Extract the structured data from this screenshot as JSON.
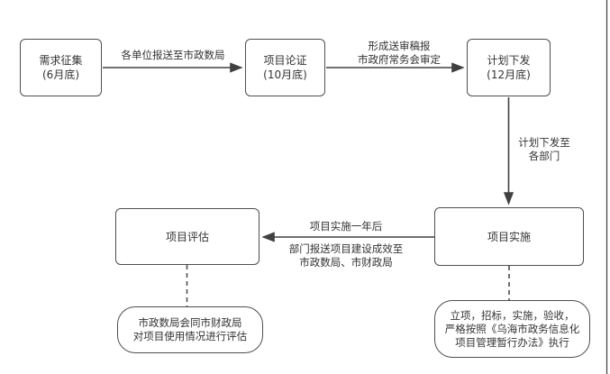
{
  "diagram": {
    "title_hint": "project-workflow-flowchart",
    "colors": {
      "node_border": "#4f4f4f",
      "connector": "#404040",
      "text": "#333333",
      "background": "#ffffff"
    },
    "nodes": {
      "demand": {
        "title": "需求征集",
        "date": "(6月底)"
      },
      "argument": {
        "title": "项目论证",
        "date": "(10月底)"
      },
      "plan": {
        "title": "计划下发",
        "date": "(12月底)"
      },
      "implement": {
        "title": "项目实施"
      },
      "evaluate": {
        "title": "项目评估"
      }
    },
    "edges": {
      "submit": {
        "line1": "各单位报送至市政数局"
      },
      "draft": {
        "line1": "形成送审稿报",
        "line2": "市政府常务会审定"
      },
      "dispatch": {
        "line1": "计划下发至",
        "line2": "各部门"
      },
      "feedback": {
        "above": "项目实施一年后",
        "below1": "部门报送项目建设成效至",
        "below2": "市政数局、市财政局"
      }
    },
    "notes": {
      "evaluate_note": {
        "line1": "市政数局会同市财政局",
        "line2": "对项目使用情况进行评估"
      },
      "implement_note": {
        "line1": "立项，招标，实施，验收，",
        "line2": "严格按照《乌海市政务信息化",
        "line3": "项目管理暂行办法》执行"
      }
    }
  }
}
